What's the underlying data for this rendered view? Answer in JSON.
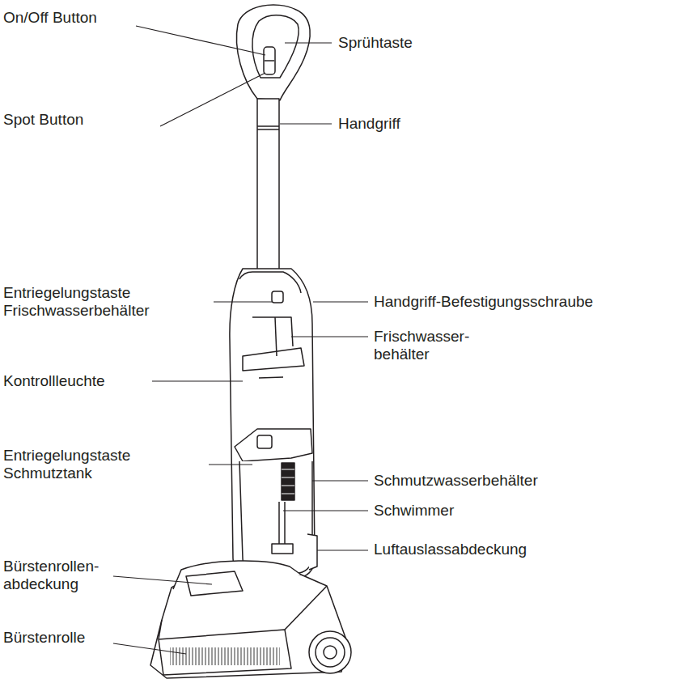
{
  "diagram": {
    "labels": [
      "On/Off Button",
      "Sprühtaste",
      "Spot Button",
      "Handgriff",
      "Entriegelungstaste Frischwasserbehälter",
      "Handgriff-Befestigungsschraube",
      "Frischwasser- behälter",
      "Kontrollleuchte",
      "Entriegelungstaste Schmutztank",
      "Schmutzwasserbehälter",
      "Schwimmer",
      "Luftauslassabdeckung",
      "Bürstenrollen- abdeckung",
      "Bürstenrolle"
    ]
  }
}
